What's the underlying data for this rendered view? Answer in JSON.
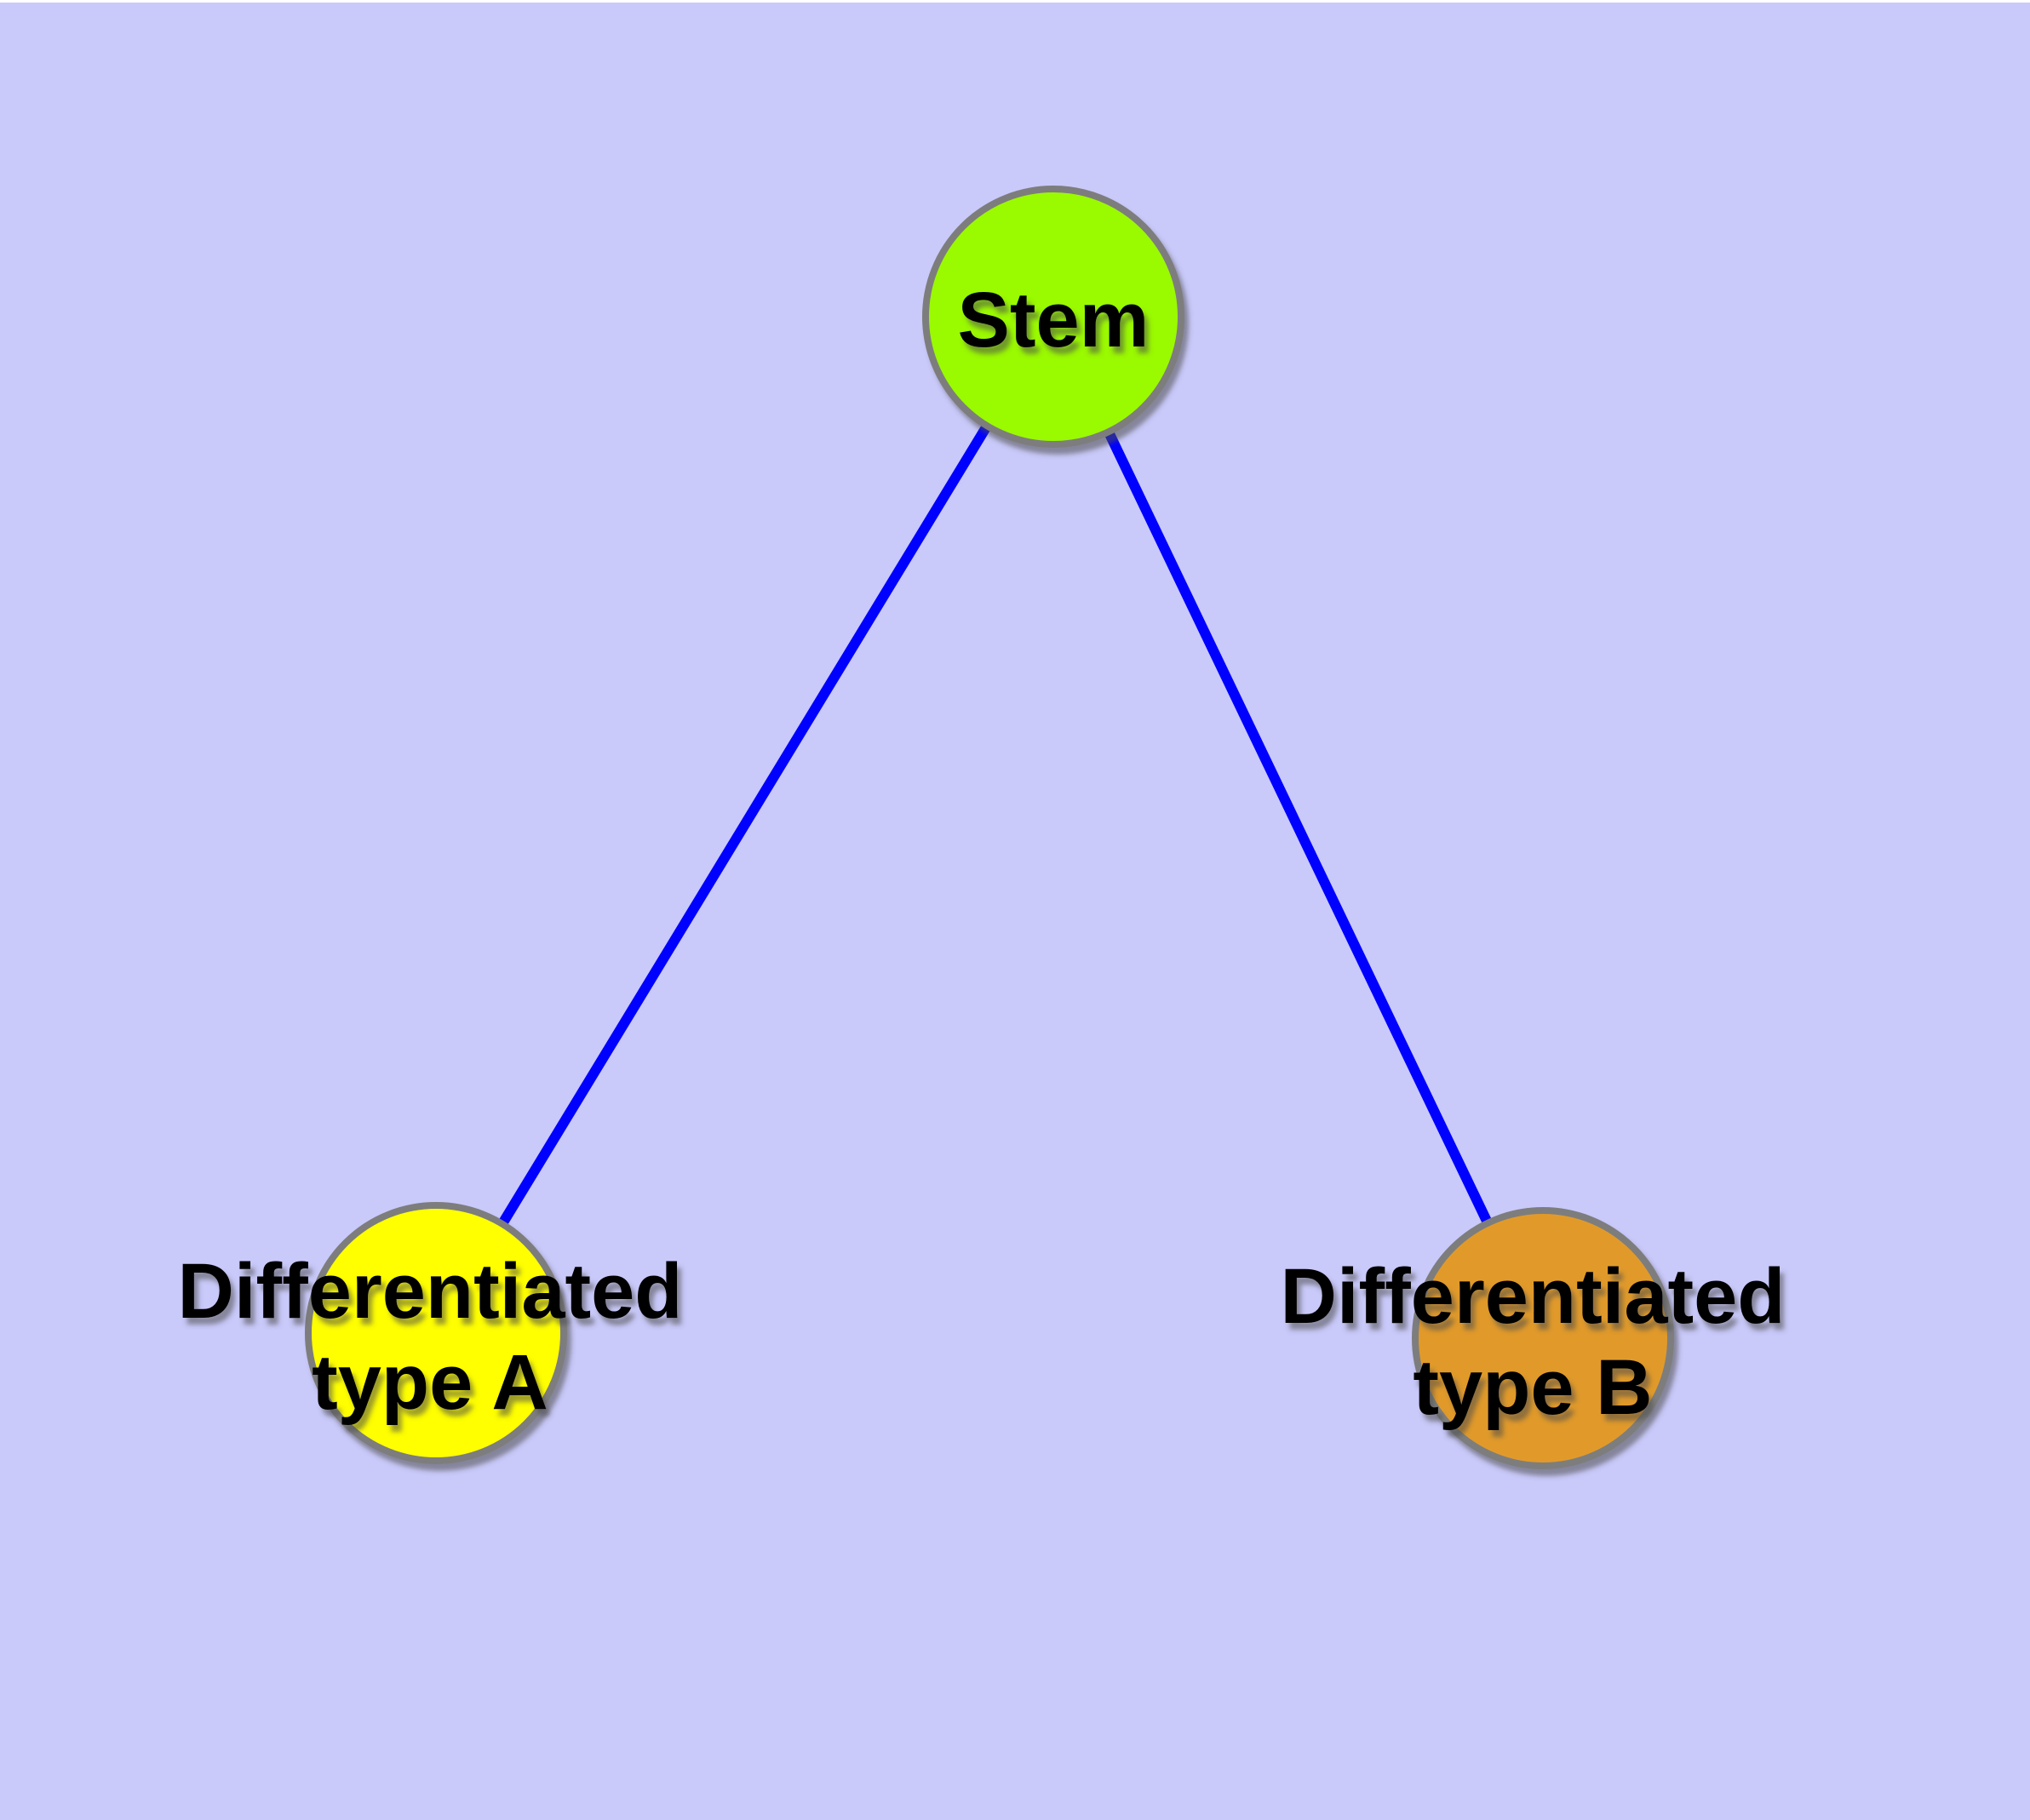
{
  "diagram": {
    "type": "node-link graph",
    "nodes": {
      "stem": {
        "label": "Stem",
        "fill": "#9AFA00"
      },
      "type_a": {
        "line1": "Differentiated",
        "line2": "type A",
        "label_full": "Differentiated type A",
        "fill": "#FFFF00"
      },
      "type_b": {
        "line1": "Differentiated",
        "line2": "type B",
        "label_full": "Differentiated type B",
        "fill": "#E19A29"
      }
    },
    "edges": [
      {
        "from": "Stem",
        "to": "Differentiated type A"
      },
      {
        "from": "Stem",
        "to": "Differentiated type B"
      }
    ]
  },
  "style": {
    "background": "#C9C9FA",
    "edge_color": "#0000FF",
    "node_stroke": "#7D7D7D",
    "label_color": "#000000"
  }
}
